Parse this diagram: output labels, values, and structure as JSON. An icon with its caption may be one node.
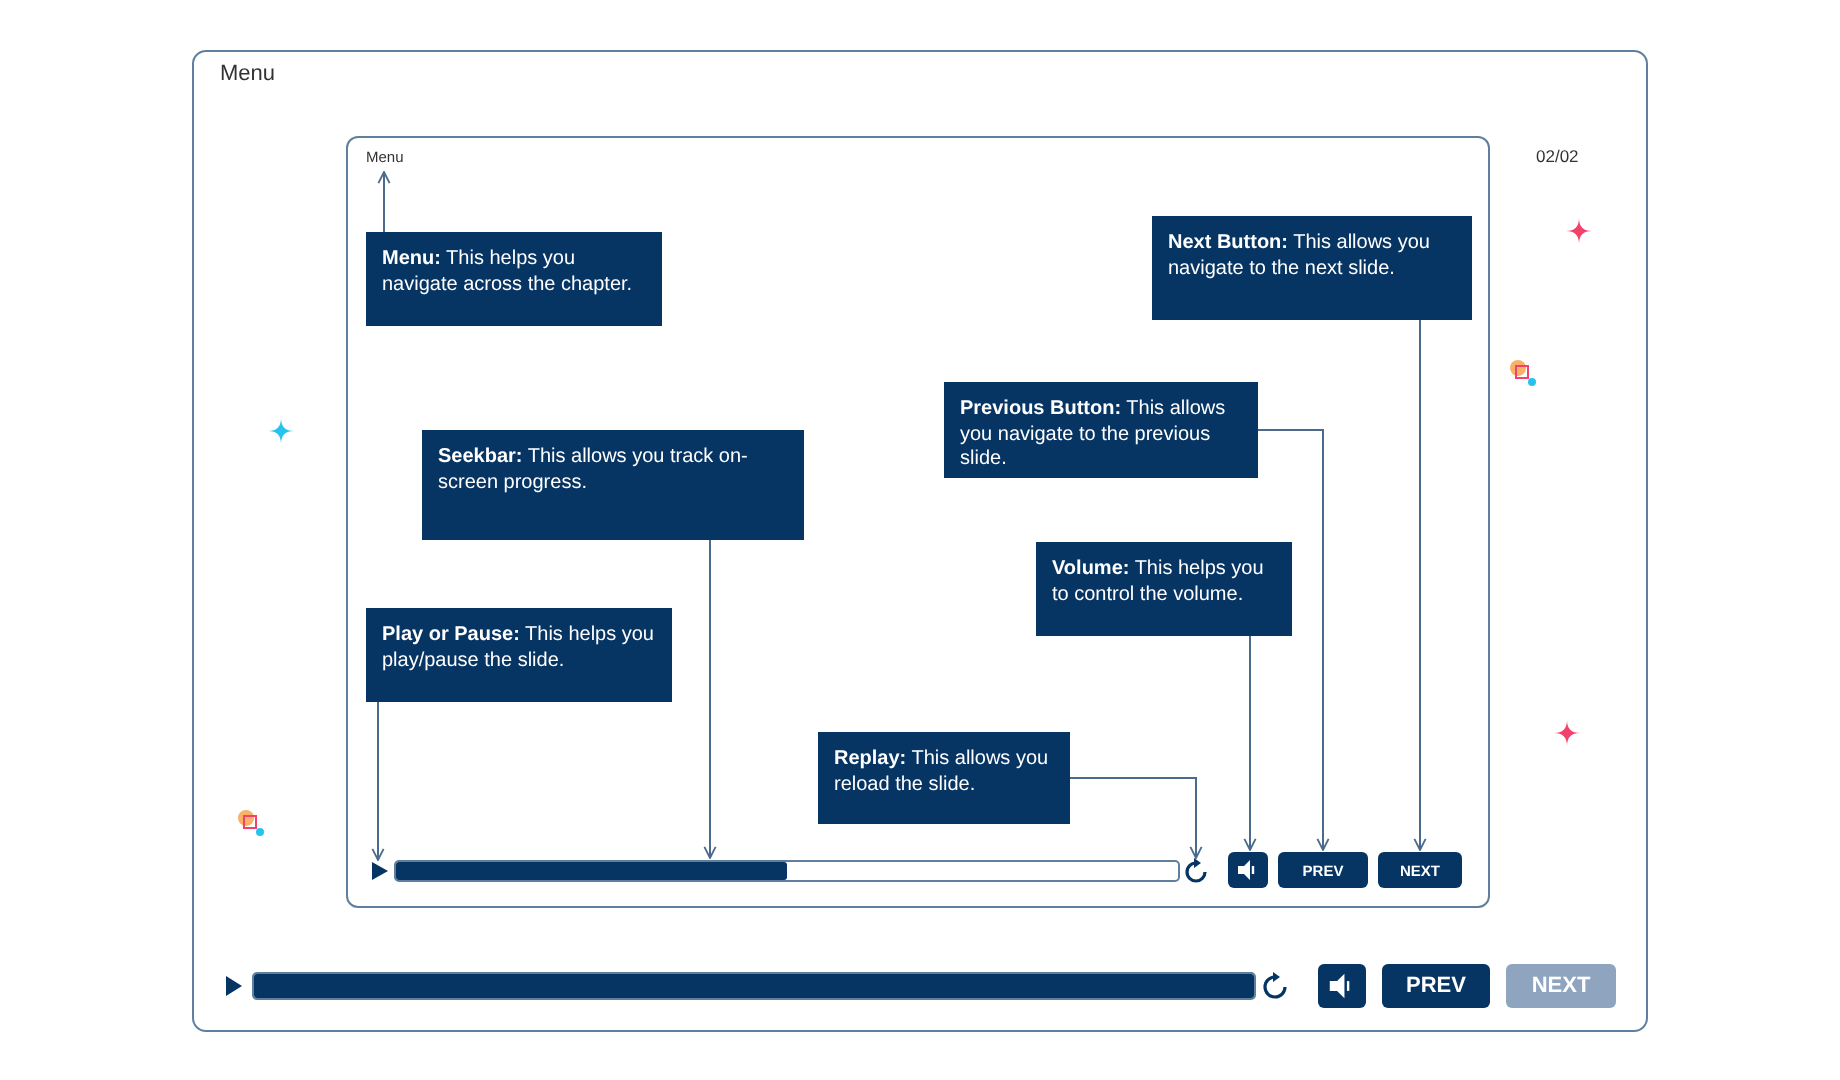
{
  "diagram": {
    "nodes": [
      {
        "text": [
          "Menu"
        ]
      },
      {
        "text": [
          "**Menu:** This helps you navigate across the chapter."
        ]
      },
      {
        "text": [
          "**Next Button:** This allows you navigate to the next slide."
        ]
      },
      {
        "text": [
          "**Previous Button:** This allows you navigate to the previous slide."
        ]
      },
      {
        "text": [
          "**Seekbar:** This allows you track on-screen progress."
        ]
      },
      {
        "text": [
          "**Play or Pause:** This helps you play/pause the slide."
        ]
      },
      {
        "text": [
          "**Volume:** This helps you to control the volume."
        ]
      },
      {
        "text": [
          "**Replay:** This allows you reload the slide."
        ]
      },
      {
        "text": [],
        "shape": "triangle"
      },
      {
        "text": [],
        "shape": "bar"
      },
      {
        "text": [],
        "shape": "circle"
      },
      {
        "text": [],
        "shape": "box"
      },
      {
        "text": [
          "PREV"
        ]
      },
      {
        "text": [
          "NEXT"
        ]
      }
    ],
    "edges": [
      {
        "from": 1,
        "to": 0,
        "arrow": "to"
      },
      {
        "from": 2,
        "to": 13,
        "arrow": "to"
      },
      {
        "from": 3,
        "to": 12,
        "arrow": "to"
      },
      {
        "from": 4,
        "to": 9,
        "arrow": "to"
      },
      {
        "from": 5,
        "to": 8,
        "arrow": "to"
      },
      {
        "from": 6,
        "to": 11,
        "arrow": "to"
      },
      {
        "from": 7,
        "to": 10,
        "arrow": "to"
      }
    ],
    "labels": [
      "Menu",
      "02/02",
      "PREV",
      "NEXT"
    ]
  }
}
